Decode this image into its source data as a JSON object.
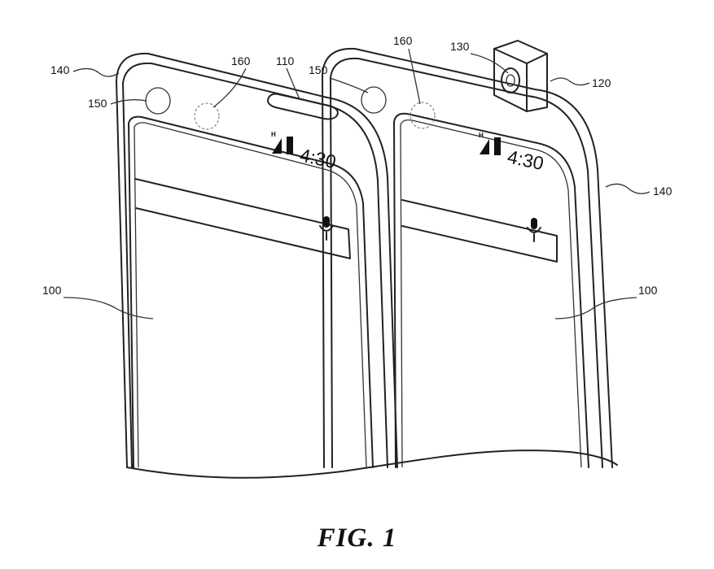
{
  "figure": {
    "caption": "FIG. 1",
    "reference_numerals": {
      "left_device": "100",
      "right_device": "100",
      "notch": "110",
      "popup_camera_module": "120",
      "popup_camera_lens": "130",
      "left_bezel": "140",
      "right_bezel": "140",
      "left_sensor_a": "150",
      "right_sensor_a": "150",
      "left_sensor_b": "160",
      "right_sensor_b": "160"
    }
  },
  "left_phone": {
    "status_bar": {
      "network": "H",
      "time": "4:30"
    },
    "search_bar": {
      "icon": "microphone-icon"
    }
  },
  "right_phone": {
    "status_bar": {
      "network": "H",
      "time": "4:30"
    },
    "search_bar": {
      "icon": "microphone-icon"
    }
  }
}
